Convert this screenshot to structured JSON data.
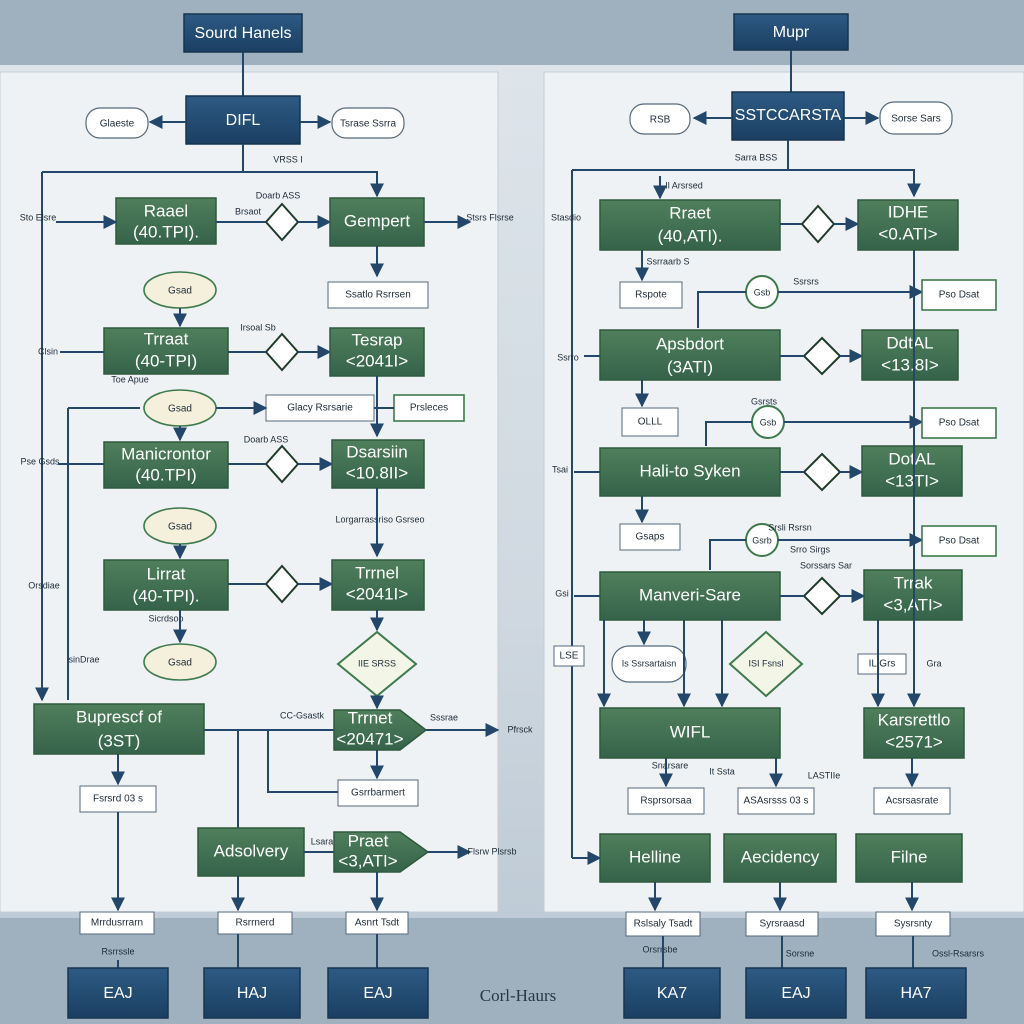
{
  "colors": {
    "green": "#3f6f4e",
    "navy": "#1f4870",
    "edge": "#23476b"
  },
  "left": {
    "title": "Sourd Hanels",
    "start_label": "DIFL",
    "bubble_left": "Glaeste",
    "bubble_right": "Tsrase Ssrra",
    "ann_top": "VRSS I",
    "ann_d1": "Doarb ASS",
    "ann_d1b": "Brsaot",
    "side_1": "Sto Elsre",
    "side_2": "Clsin",
    "side_3": "Toe Apue",
    "side_4": "Pse Gsds",
    "side_5": "Orsdiae",
    "side_6": "sinDrae",
    "rows": [
      {
        "left_title": "Raael",
        "left_sub": "(40.TPI).",
        "right_title": "Gempert",
        "right_sub": ""
      },
      {
        "left_title": "Trraat",
        "left_sub": "(40-TPI)",
        "right_title": "Tesrap",
        "right_sub": "<2041I>"
      },
      {
        "left_title": "Manicrontor",
        "left_sub": "(40.TPI)",
        "right_title": "Dsarsiin",
        "right_sub": "<10.8II>"
      },
      {
        "left_title": "Lirrat",
        "left_sub": "(40-TPI).",
        "right_title": "Trrnel",
        "right_sub": "<2041I>"
      }
    ],
    "clouds": [
      "Gsad",
      "Gsad",
      "Gsad",
      "Gsad"
    ],
    "small_boxes": [
      "Ssatlo Rsrrsen",
      "Glacy Rsrsarie",
      "Prsleces"
    ],
    "ann_row2": "Irsoal Sb",
    "ann_row3": "Doarb ASS",
    "ann_row4": "Lorgarrassriso Gsrseo",
    "ann_row5": "Sicrdsoo",
    "arrow_right_label": "Stsrs Flsrse",
    "diamond_label": "IIE SRSS",
    "big_left_title": "Buprescf of",
    "big_left_sub": "(3ST)",
    "big_mid_title": "Trrnet",
    "big_mid_sub": "<20471>",
    "big_mid_ann_l": "CC-Gsastk",
    "big_mid_ann_r": "Sssrae",
    "arrow_right_label2": "Pfrsck",
    "box_gstrin": "Gsrrbarmert",
    "box_ftsrd": "Fsrsrd 03 s",
    "adsolvery": "Adsolvery",
    "lower_mid_title": "Praet",
    "lower_mid_sub": "<3,ATI>",
    "lower_mid_ann": "Lsara",
    "arrow_right_label3": "Flsrw Plsrsb",
    "bottom_labels": [
      "Mrrdusrrarn",
      "Rsrrnerd",
      "Asnrt Tsdt"
    ],
    "bottom_ann": "Rsrrssle",
    "footer_tiles": [
      "EAJ",
      "HAJ",
      "EAJ"
    ]
  },
  "footer_center": "Corl-Haurs",
  "right": {
    "title": "Mupr",
    "start_label": "SSTCCARSTA",
    "bubble_left": "RSB",
    "bubble_right": "Sorse Sars",
    "ann_top": "Sarra BSS",
    "ann_top2": "Il Arsrsed",
    "side_1": "Stasdio",
    "side_2": "Ssrro",
    "side_3": "Tsai",
    "side_4": "Gsi",
    "rows": [
      {
        "left_title": "Rraet",
        "left_sub": "(40,ATI).",
        "right_title": "IDHE",
        "right_sub": "<0.ATI>"
      },
      {
        "left_title": "Apsbdort",
        "left_sub": "(3ATI)",
        "right_title": "DdtAL",
        "right_sub": "<13.8I>"
      },
      {
        "left_title": "Hali-to Syken",
        "left_sub": "",
        "right_title": "DotAL",
        "right_sub": "<13TI>"
      },
      {
        "left_title": "Manveri-Sare",
        "left_sub": "",
        "right_title": "Trrak",
        "right_sub": "<3,ATI>"
      }
    ],
    "circles": [
      "Gsb",
      "Gsb",
      "Gsrb"
    ],
    "small_boxes": [
      "Rspote",
      "OLLL",
      "Gsaps"
    ],
    "side_boxes": [
      "Pso Dsat",
      "Pso Dsat",
      "Pso Dsat"
    ],
    "ann_row1": "Ssrraarb S",
    "ann_row2": "Ssrsrs",
    "ann_row3": "Gsrsts",
    "ann_row4": "Srsli Rsrsn",
    "ann_row5": "Srro Sirgs",
    "ann_row6": "Sorssars Sar",
    "small_l": "LSE",
    "small_r": "Gra",
    "small_r2": "IL Grs",
    "pill": "Is Ssrsartaisn",
    "diamond_label": "ISI Fsnsl",
    "big_title": "WIFL",
    "big_right_title": "Karsrettlo",
    "big_right_sub": "<2571>",
    "row5_ann": "Snarsare",
    "row5_ann2": "It Ssta",
    "row5_ann3": "LASTIIe",
    "small_row5": [
      "Rsprsorsaa",
      "ASAsrsss 03 s",
      "Acsrsasrate"
    ],
    "bottom_tiles": [
      "Helline",
      "Aecidency",
      "Filne"
    ],
    "bottom_labels": [
      "Rslsaly Tsadt",
      "Syrsraasd",
      "Sysrsnty"
    ],
    "bottom_ann": [
      "Orsrrsbe",
      "Sorsne",
      "Ossl-Rsarsrs"
    ],
    "footer_tiles": [
      "KA7",
      "EAJ",
      "HA7"
    ]
  }
}
